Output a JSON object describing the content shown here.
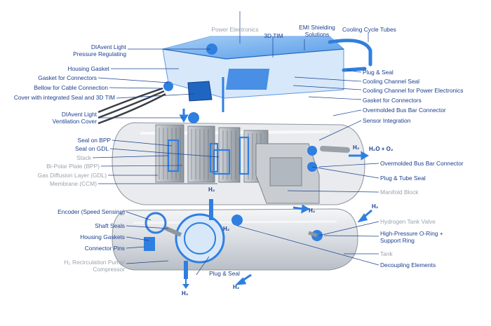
{
  "labels": {
    "power_electronics": "Power Electronics",
    "tim_3d": "3D TIM",
    "emi_shielding_line1": "EMI Shielding",
    "emi_shielding_line2": "Solutions",
    "cooling_cycle_tubes": "Cooling Cycle Tubes",
    "diavent_pressure_line1": "DIAvent Light",
    "diavent_pressure_line2": "Pressure Regulating",
    "housing_gasket": "Housing Gasket",
    "gasket_connectors_left": "Gasket for Connectors",
    "bellow_cable": "Bellow for Cable Connection",
    "cover_seal_tim": "Cover with integrated Seal and 3D TIM",
    "diavent_vent_line1": "DIAvent Light",
    "diavent_vent_line2": "Ventilation Cover",
    "plug_seal_top": "Plug & Seal",
    "cooling_channel_seal": "Cooling Channel Seal",
    "cooling_channel_pe": "Cooling Channel for Power Electronics",
    "gasket_connectors_right": "Gasket for Connectors",
    "overmolded_busbar_top": "Overmolded Bus Bar Connector",
    "sensor_integration": "Sensor Integration",
    "seal_bpp": "Seal on BPP",
    "seal_gdl": "Seal on GDL",
    "stack": "Stack",
    "bpp": "Bi-Polar Plate (BPP)",
    "gdl": "Gas Diffusion Layer (GDL)",
    "membrane": "Membrane (CCM)",
    "overmolded_busbar_mid": "Overmolded Bus Bar Connector",
    "plug_tube_seal": "Plug & Tube Seal",
    "manifold_block": "Manifold Block",
    "encoder": "Encoder (Speed Sensing)",
    "shaft_seals": "Shaft Seals",
    "housing_gaskets": "Housing Gaskets",
    "connector_pins": "Connector Pins",
    "h2_pump_line1": "H₂ Recirculation Pump/",
    "h2_pump_line2": "Compressor",
    "plug_seal_bottom": "Plug & Seal",
    "h2_tank_valve": "Hydrogen Tank Valve",
    "oring_line1": "High-Pressure O-Ring +",
    "oring_line2": "Support Ring",
    "tank": "Tank",
    "decoupling": "Decoupling Elements"
  },
  "flows": {
    "h2_out_top": "H₂",
    "h2o_o2": "H₂O + O₂",
    "h2_stack_mid": "H₂",
    "h2_in_pump": "H₂",
    "h2_manifold": "H₂",
    "h2_tank": "H₂",
    "h2_pump_out": "H₂",
    "h2_bottom": "H₂"
  },
  "colors": {
    "label_blue": "#1b3f8f",
    "label_grey": "#9aa3ad",
    "seal_blue": "#2f7fe0",
    "light_blue": "#bcd8f6",
    "housing_grey": "#e7e9ec",
    "outline_grey": "#8e959e"
  }
}
